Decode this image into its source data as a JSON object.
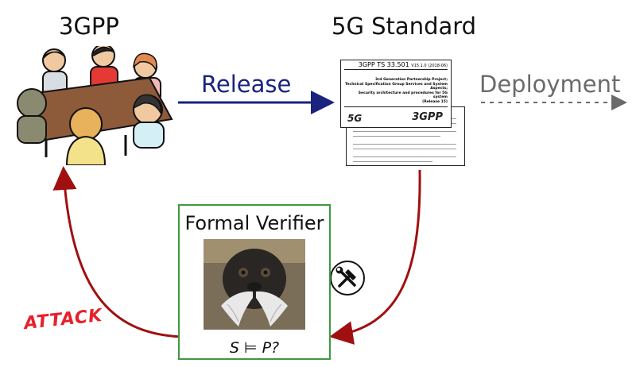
{
  "labels": {
    "group": "3GPP",
    "standard": "5G Standard",
    "release": "Release",
    "deployment": "Deployment",
    "attack": "ATTACK",
    "verifier": "Formal Verifier",
    "formula": "S ⊨ P?"
  },
  "document": {
    "spec_id": "3GPP TS 33.501",
    "version": "V15.1.0 (2018-06)",
    "org_line": "3rd Generation Partnership Project;",
    "title_line1": "Technical Specification Group Services and System Aspects;",
    "title_line2": "Security architecture and procedures for 5G system",
    "release_line": "(Release 15)",
    "logo_5g": "5G",
    "logo_3gpp": "3GPP"
  },
  "colors": {
    "release_text": "#1a237e",
    "release_arrow": "#1a237e",
    "deploy_text": "#6b6b6b",
    "attack_arrow": "#a01010",
    "attack_text": "#e8202a",
    "verifier_border": "#3d9a3d"
  },
  "icons": [
    "people-meeting-icon",
    "document-icon",
    "tools-icon",
    "monkey-photo"
  ]
}
